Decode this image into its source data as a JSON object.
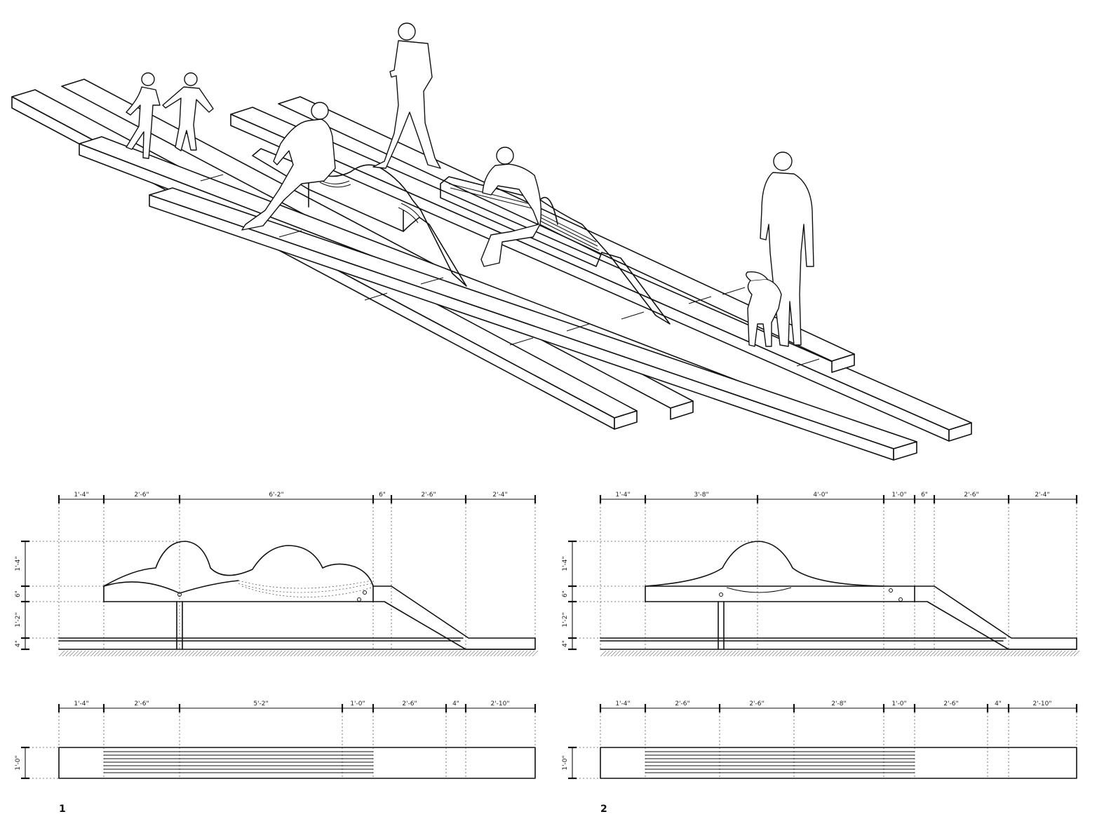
{
  "elevation_1": {
    "top_dims": [
      "1'-4\"",
      "2'-6\"",
      "6'-2\"",
      "6\"",
      "2'-6\"",
      "2'-4\""
    ],
    "side_dims": [
      "1'-4\"",
      "6\"",
      "1'-2\"",
      "4\""
    ],
    "plan_dims": [
      "1'-4\"",
      "2'-6\"",
      "5'-2\"",
      "1'-0\"",
      "2'-6\"",
      "4\"",
      "2'-10\""
    ],
    "plan_side_dim": "1'-0\"",
    "label": "1"
  },
  "elevation_2": {
    "top_dims": [
      "1'-4\"",
      "3'-8\"",
      "4'-0\"",
      "1'-0\"",
      "6\"",
      "2'-6\"",
      "2'-4\""
    ],
    "side_dims": [
      "1'-4\"",
      "6\"",
      "1'-2\"",
      "4\""
    ],
    "plan_dims": [
      "1'-4\"",
      "2'-6\"",
      "2'-6\"",
      "2'-8\"",
      "1'-0\"",
      "2'-6\"",
      "4\"",
      "2'-10\""
    ],
    "plan_side_dim": "1'-0\"",
    "label": "2"
  }
}
